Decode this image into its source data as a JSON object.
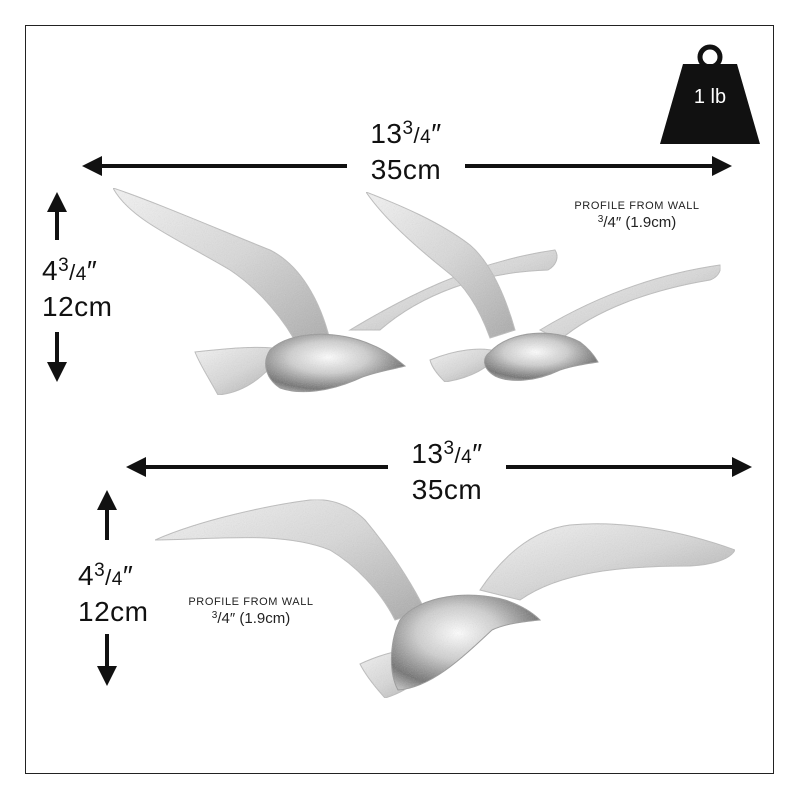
{
  "weight": {
    "label": "1 lb",
    "icon": "weight-icon"
  },
  "top_product": {
    "width": {
      "whole": "13",
      "fraction_num": "3",
      "fraction_den": "4",
      "inch_mark": "″",
      "metric": "35cm"
    },
    "height": {
      "whole": "4",
      "fraction_num": "3",
      "fraction_den": "4",
      "inch_mark": "″",
      "metric": "12cm"
    },
    "profile": {
      "title": "PROFILE FROM WALL",
      "num": "3",
      "den": "4",
      "rest": "″ (1.9cm)"
    }
  },
  "bottom_product": {
    "width": {
      "whole": "13",
      "fraction_num": "3",
      "fraction_den": "4",
      "inch_mark": "″",
      "metric": "35cm"
    },
    "height": {
      "whole": "4",
      "fraction_num": "3",
      "fraction_den": "4",
      "inch_mark": "″",
      "metric": "12cm"
    },
    "profile": {
      "title": "PROFILE FROM WALL",
      "num": "3",
      "den": "4",
      "rest": "″ (1.9cm)"
    }
  },
  "colors": {
    "ink": "#111111",
    "silver_light": "#eeeeee",
    "silver_mid": "#c8c8c8",
    "silver_dark": "#8a8a8a"
  }
}
